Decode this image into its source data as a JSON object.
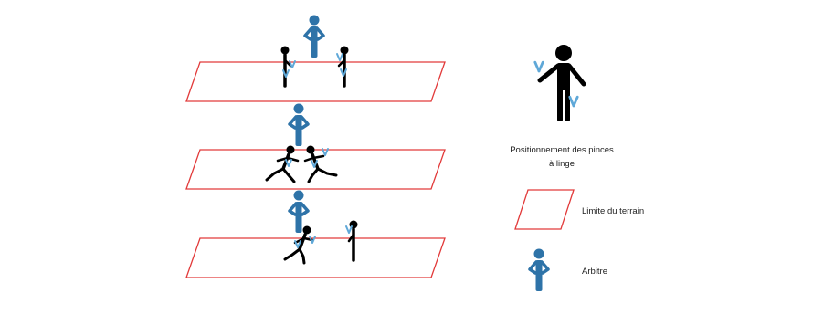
{
  "legend": {
    "pinces_label": "Positionnement des pinces à linge",
    "limite_label": "Limite du terrain",
    "arbitre_label": "Arbitre"
  },
  "colors": {
    "field_border": "#e23a3a",
    "referee": "#2e73a8",
    "player": "#000000",
    "clothespin": "#5fa8d8"
  },
  "icons": {
    "player": "stick-figure-icon",
    "referee": "referee-figure-icon",
    "clothespin": "clothespin-icon",
    "field": "field-parallelogram-icon"
  }
}
